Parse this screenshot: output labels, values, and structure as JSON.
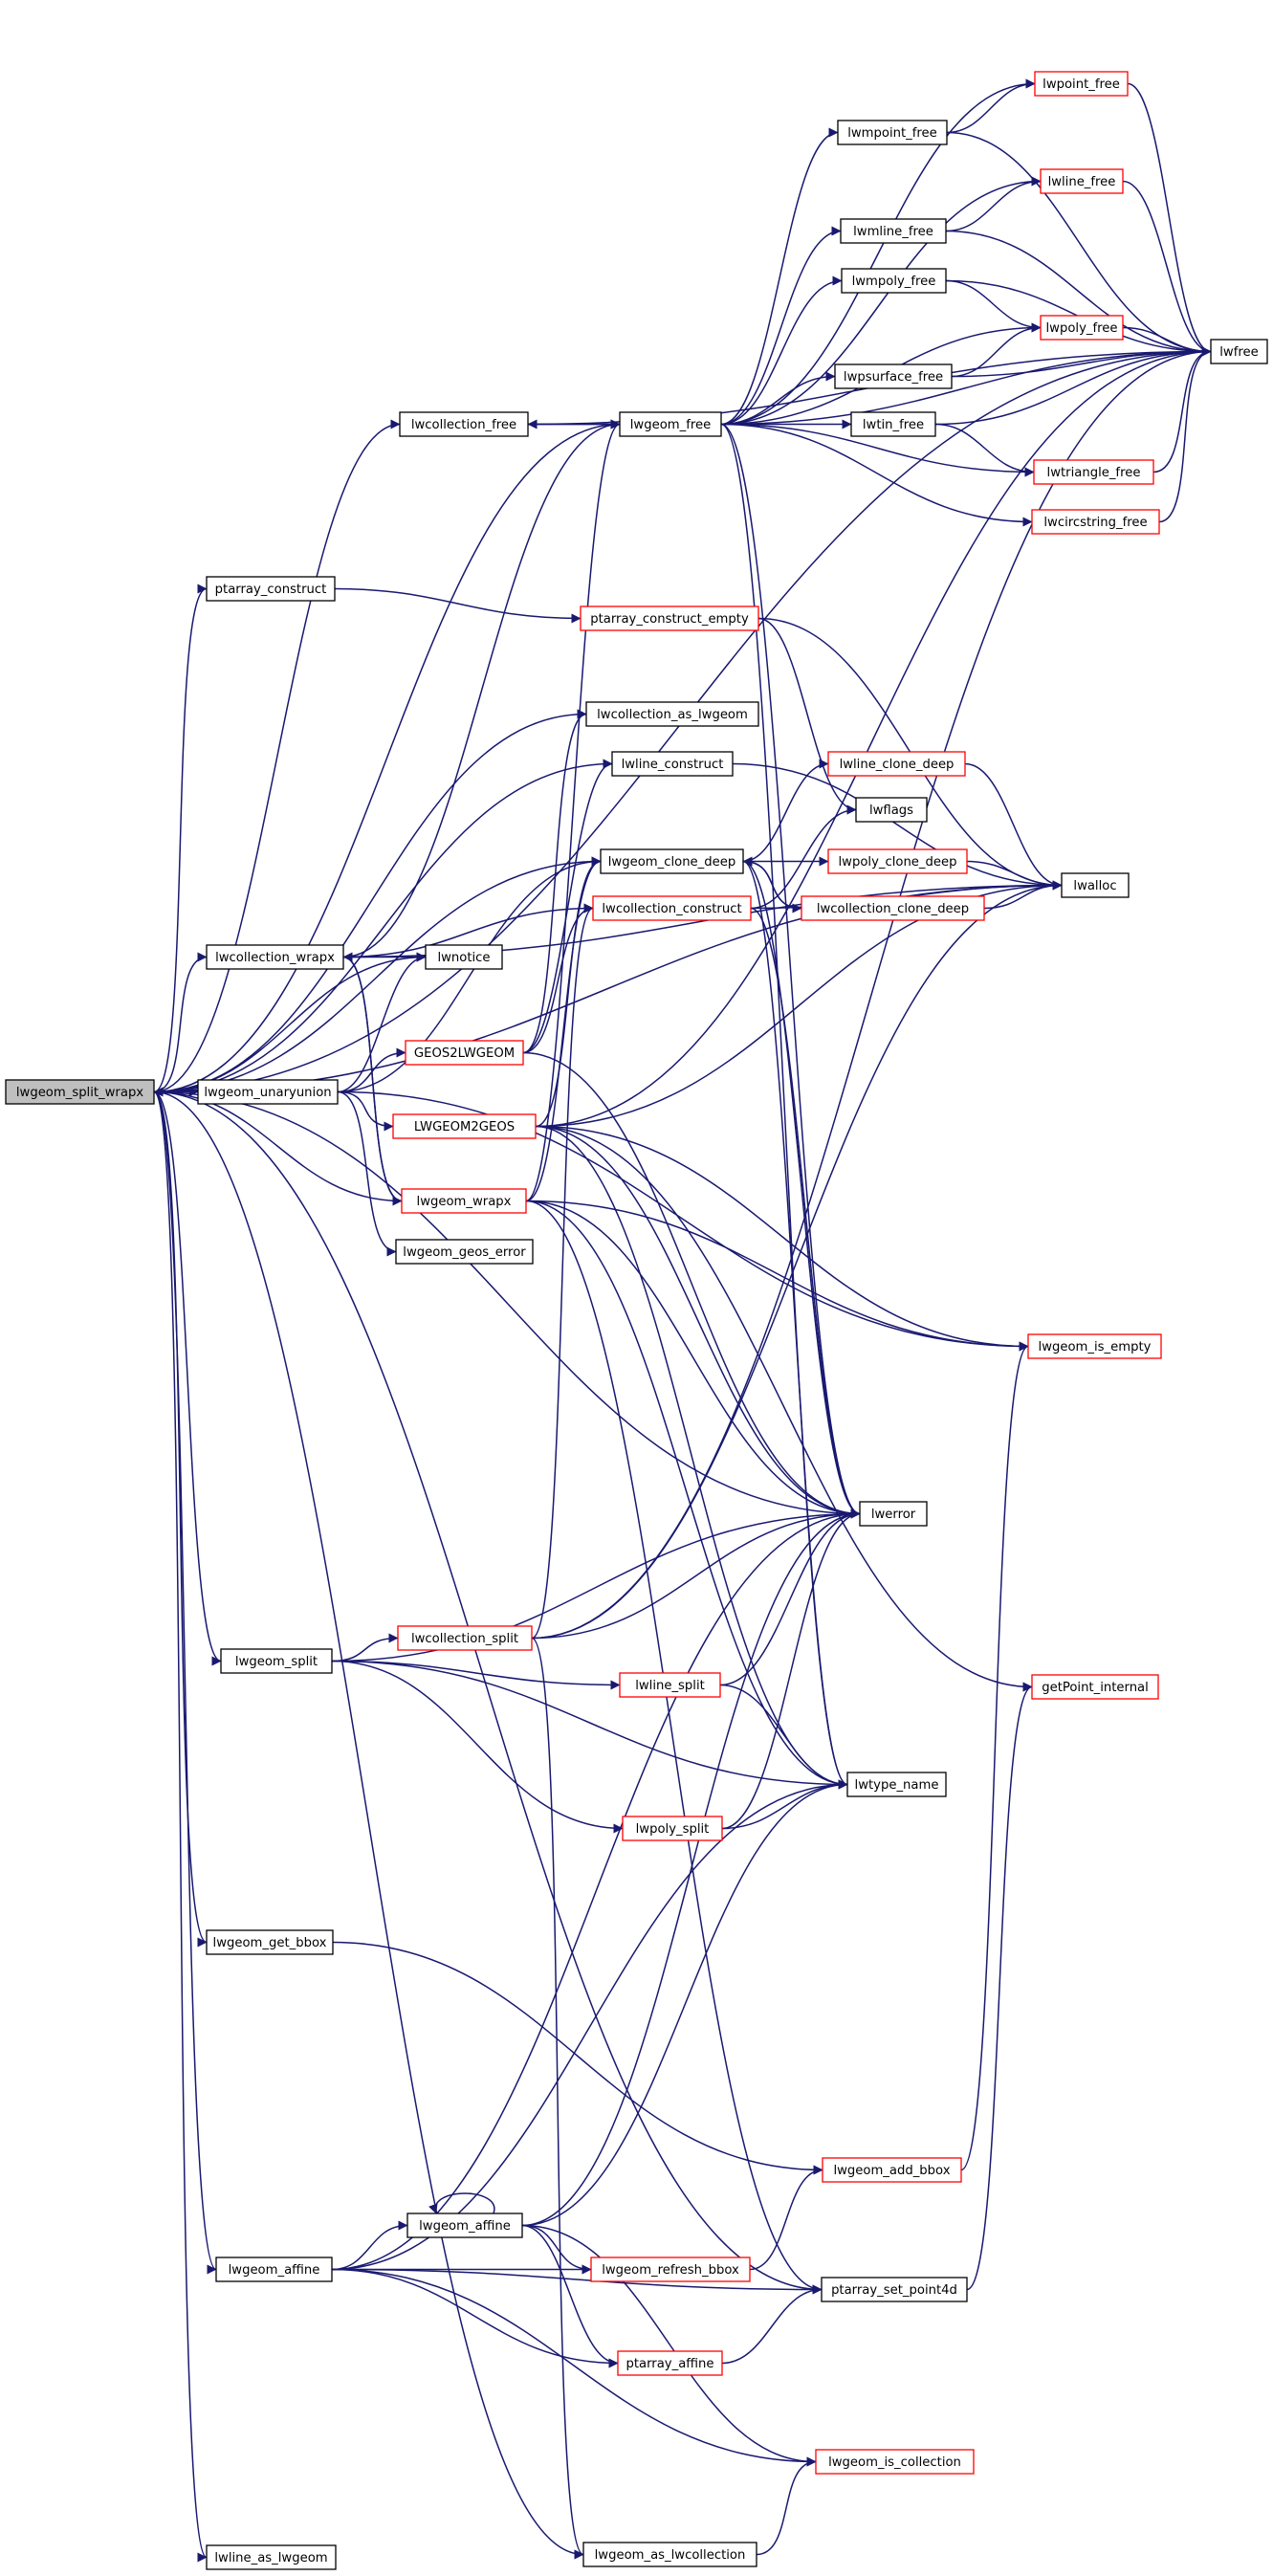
{
  "nodes": [
    {
      "id": "lwgeom_split_wrapx",
      "label": "lwgeom_split_wrapx",
      "style": "root"
    },
    {
      "id": "lwcollection_free",
      "label": "lwcollection_free",
      "style": "black"
    },
    {
      "id": "ptarray_construct",
      "label": "ptarray_construct",
      "style": "black"
    },
    {
      "id": "lwcollection_wrapx",
      "label": "lwcollection_wrapx",
      "style": "black"
    },
    {
      "id": "lwgeom_unaryunion",
      "label": "lwgeom_unaryunion",
      "style": "black"
    },
    {
      "id": "lwgeom_split",
      "label": "lwgeom_split",
      "style": "black"
    },
    {
      "id": "lwgeom_get_bbox",
      "label": "lwgeom_get_bbox",
      "style": "black"
    },
    {
      "id": "lwgeom_affine",
      "label": "lwgeom_affine",
      "style": "black"
    },
    {
      "id": "lwline_as_lwgeom",
      "label": "lwline_as_lwgeom",
      "style": "black"
    },
    {
      "id": "lwnotice",
      "label": "lwnotice",
      "style": "black"
    },
    {
      "id": "GEOS2LWGEOM",
      "label": "GEOS2LWGEOM",
      "style": "red"
    },
    {
      "id": "LWGEOM2GEOS",
      "label": "LWGEOM2GEOS",
      "style": "red"
    },
    {
      "id": "lwgeom_wrapx",
      "label": "lwgeom_wrapx",
      "style": "red"
    },
    {
      "id": "lwgeom_geos_error",
      "label": "lwgeom_geos_error",
      "style": "black"
    },
    {
      "id": "lwcollection_split",
      "label": "lwcollection_split",
      "style": "red"
    },
    {
      "id": "lwgeom_affine2",
      "label": "lwgeom_affine",
      "style": "black"
    },
    {
      "id": "lwgeom_free",
      "label": "lwgeom_free",
      "style": "black"
    },
    {
      "id": "ptarray_construct_empty",
      "label": "ptarray_construct_empty",
      "style": "red"
    },
    {
      "id": "lwcollection_as_lwgeom",
      "label": "lwcollection_as_lwgeom",
      "style": "black"
    },
    {
      "id": "lwline_construct",
      "label": "lwline_construct",
      "style": "black"
    },
    {
      "id": "lwgeom_clone_deep",
      "label": "lwgeom_clone_deep",
      "style": "black"
    },
    {
      "id": "lwcollection_construct",
      "label": "lwcollection_construct",
      "style": "red"
    },
    {
      "id": "lwline_split",
      "label": "lwline_split",
      "style": "red"
    },
    {
      "id": "lwpoly_split",
      "label": "lwpoly_split",
      "style": "red"
    },
    {
      "id": "lwgeom_refresh_bbox",
      "label": "lwgeom_refresh_bbox",
      "style": "red"
    },
    {
      "id": "ptarray_affine",
      "label": "ptarray_affine",
      "style": "red"
    },
    {
      "id": "lwgeom_as_lwcollection",
      "label": "lwgeom_as_lwcollection",
      "style": "black"
    },
    {
      "id": "lwmpoint_free",
      "label": "lwmpoint_free",
      "style": "black"
    },
    {
      "id": "lwmline_free",
      "label": "lwmline_free",
      "style": "black"
    },
    {
      "id": "lwmpoly_free",
      "label": "lwmpoly_free",
      "style": "black"
    },
    {
      "id": "lwpsurface_free",
      "label": "lwpsurface_free",
      "style": "black"
    },
    {
      "id": "lwtin_free",
      "label": "lwtin_free",
      "style": "black"
    },
    {
      "id": "lwflags",
      "label": "lwflags",
      "style": "black"
    },
    {
      "id": "lwerror",
      "label": "lwerror",
      "style": "black"
    },
    {
      "id": "lwtype_name",
      "label": "lwtype_name",
      "style": "black"
    },
    {
      "id": "lwgeom_add_bbox",
      "label": "lwgeom_add_bbox",
      "style": "red"
    },
    {
      "id": "ptarray_set_point4d",
      "label": "ptarray_set_point4d",
      "style": "black"
    },
    {
      "id": "lwgeom_is_collection",
      "label": "lwgeom_is_collection",
      "style": "red"
    },
    {
      "id": "lwpoint_free",
      "label": "lwpoint_free",
      "style": "red"
    },
    {
      "id": "lwline_free",
      "label": "lwline_free",
      "style": "red"
    },
    {
      "id": "lwpoly_free",
      "label": "lwpoly_free",
      "style": "red"
    },
    {
      "id": "lwtriangle_free",
      "label": "lwtriangle_free",
      "style": "red"
    },
    {
      "id": "lwcircstring_free",
      "label": "lwcircstring_free",
      "style": "red"
    },
    {
      "id": "lwline_clone_deep",
      "label": "lwline_clone_deep",
      "style": "red"
    },
    {
      "id": "lwpoly_clone_deep",
      "label": "lwpoly_clone_deep",
      "style": "red"
    },
    {
      "id": "lwcollection_clone_deep",
      "label": "lwcollection_clone_deep",
      "style": "red"
    },
    {
      "id": "lwgeom_is_empty",
      "label": "lwgeom_is_empty",
      "style": "red"
    },
    {
      "id": "getPoint_internal",
      "label": "getPoint_internal",
      "style": "red"
    },
    {
      "id": "lwfree",
      "label": "lwfree",
      "style": "black"
    },
    {
      "id": "lwalloc",
      "label": "lwalloc",
      "style": "black"
    }
  ],
  "edges": [
    [
      "lwgeom_split_wrapx",
      "lwcollection_free"
    ],
    [
      "lwgeom_split_wrapx",
      "ptarray_construct"
    ],
    [
      "lwgeom_split_wrapx",
      "lwcollection_wrapx"
    ],
    [
      "lwgeom_split_wrapx",
      "lwgeom_unaryunion"
    ],
    [
      "lwgeom_split_wrapx",
      "lwgeom_split"
    ],
    [
      "lwgeom_split_wrapx",
      "lwgeom_get_bbox"
    ],
    [
      "lwgeom_split_wrapx",
      "lwgeom_affine"
    ],
    [
      "lwgeom_split_wrapx",
      "lwline_as_lwgeom"
    ],
    [
      "lwgeom_split_wrapx",
      "lwgeom_free"
    ],
    [
      "lwgeom_split_wrapx",
      "lwcollection_as_lwgeom"
    ],
    [
      "lwgeom_split_wrapx",
      "lwline_construct"
    ],
    [
      "lwgeom_split_wrapx",
      "lwgeom_clone_deep"
    ],
    [
      "lwgeom_split_wrapx",
      "lwalloc"
    ],
    [
      "lwgeom_split_wrapx",
      "lwfree"
    ],
    [
      "lwgeom_split_wrapx",
      "lwerror"
    ],
    [
      "lwgeom_split_wrapx",
      "lwgeom_as_lwcollection"
    ],
    [
      "lwgeom_split_wrapx",
      "lwnotice"
    ],
    [
      "lwgeom_split_wrapx",
      "ptarray_set_point4d"
    ],
    [
      "lwgeom_wrapx",
      "lwgeom_split_wrapx"
    ],
    [
      "lwcollection_free",
      "lwgeom_free"
    ],
    [
      "lwcollection_free",
      "lwfree"
    ],
    [
      "ptarray_construct",
      "ptarray_construct_empty"
    ],
    [
      "lwcollection_wrapx",
      "lwgeom_free"
    ],
    [
      "lwcollection_wrapx",
      "lwnotice"
    ],
    [
      "lwcollection_wrapx",
      "lwcollection_construct"
    ],
    [
      "lwcollection_wrapx",
      "lwgeom_wrapx"
    ],
    [
      "lwcollection_wrapx",
      "lwalloc"
    ],
    [
      "lwgeom_wrapx",
      "lwcollection_wrapx"
    ],
    [
      "lwgeom_unaryunion",
      "GEOS2LWGEOM"
    ],
    [
      "lwgeom_unaryunion",
      "LWGEOM2GEOS"
    ],
    [
      "lwgeom_unaryunion",
      "lwgeom_geos_error"
    ],
    [
      "lwgeom_unaryunion",
      "lwgeom_is_empty"
    ],
    [
      "lwgeom_unaryunion",
      "lwgeom_clone_deep"
    ],
    [
      "lwgeom_unaryunion",
      "lwnotice"
    ],
    [
      "GEOS2LWGEOM",
      "lwcollection_as_lwgeom"
    ],
    [
      "GEOS2LWGEOM",
      "lwline_construct"
    ],
    [
      "GEOS2LWGEOM",
      "lwcollection_construct"
    ],
    [
      "GEOS2LWGEOM",
      "lwerror"
    ],
    [
      "LWGEOM2GEOS",
      "lwfree"
    ],
    [
      "LWGEOM2GEOS",
      "lwalloc"
    ],
    [
      "LWGEOM2GEOS",
      "lwerror"
    ],
    [
      "LWGEOM2GEOS",
      "lwtype_name"
    ],
    [
      "LWGEOM2GEOS",
      "lwgeom_is_empty"
    ],
    [
      "LWGEOM2GEOS",
      "getPoint_internal"
    ],
    [
      "LWGEOM2GEOS",
      "lwgeom_clone_deep"
    ],
    [
      "lwgeom_wrapx",
      "lwgeom_free"
    ],
    [
      "lwgeom_wrapx",
      "lwgeom_clone_deep"
    ],
    [
      "lwgeom_wrapx",
      "lwgeom_is_empty"
    ],
    [
      "lwgeom_wrapx",
      "lwerror"
    ],
    [
      "lwgeom_wrapx",
      "lwtype_name"
    ],
    [
      "lwgeom_wrapx",
      "ptarray_set_point4d"
    ],
    [
      "lwgeom_split",
      "lwcollection_split"
    ],
    [
      "lwgeom_split",
      "lwline_split"
    ],
    [
      "lwgeom_split",
      "lwpoly_split"
    ],
    [
      "lwgeom_split",
      "lwerror"
    ],
    [
      "lwgeom_split",
      "lwtype_name"
    ],
    [
      "lwcollection_split",
      "lwerror"
    ],
    [
      "lwcollection_split",
      "lwcollection_construct"
    ],
    [
      "lwcollection_split",
      "lwalloc"
    ],
    [
      "lwcollection_split",
      "lwfree"
    ],
    [
      "lwcollection_split",
      "lwgeom_as_lwcollection"
    ],
    [
      "lwline_split",
      "lwerror"
    ],
    [
      "lwline_split",
      "lwtype_name"
    ],
    [
      "lwpoly_split",
      "lwerror"
    ],
    [
      "lwpoly_split",
      "lwtype_name"
    ],
    [
      "lwgeom_get_bbox",
      "lwgeom_add_bbox"
    ],
    [
      "lwgeom_affine",
      "lwgeom_affine2"
    ],
    [
      "lwgeom_affine",
      "lwgeom_refresh_bbox"
    ],
    [
      "lwgeom_affine",
      "ptarray_affine"
    ],
    [
      "lwgeom_affine",
      "lwgeom_is_collection"
    ],
    [
      "lwgeom_affine",
      "lwerror"
    ],
    [
      "lwgeom_affine",
      "lwtype_name"
    ],
    [
      "lwgeom_affine",
      "ptarray_set_point4d"
    ],
    [
      "lwgeom_affine2",
      "lwgeom_affine2"
    ],
    [
      "lwgeom_affine2",
      "lwerror"
    ],
    [
      "lwgeom_affine2",
      "lwgeom_refresh_bbox"
    ],
    [
      "lwgeom_affine2",
      "ptarray_affine"
    ],
    [
      "lwgeom_affine2",
      "lwgeom_is_collection"
    ],
    [
      "lwgeom_affine2",
      "lwtype_name"
    ],
    [
      "lwgeom_refresh_bbox",
      "lwgeom_add_bbox"
    ],
    [
      "ptarray_affine",
      "ptarray_set_point4d"
    ],
    [
      "lwgeom_as_lwcollection",
      "lwgeom_is_collection"
    ],
    [
      "lwgeom_free",
      "lwcollection_free"
    ],
    [
      "lwgeom_free",
      "lwmpoint_free"
    ],
    [
      "lwgeom_free",
      "lwpoint_free"
    ],
    [
      "lwgeom_free",
      "lwmline_free"
    ],
    [
      "lwgeom_free",
      "lwline_free"
    ],
    [
      "lwgeom_free",
      "lwmpoly_free"
    ],
    [
      "lwgeom_free",
      "lwpoly_free"
    ],
    [
      "lwgeom_free",
      "lwpsurface_free"
    ],
    [
      "lwgeom_free",
      "lwtin_free"
    ],
    [
      "lwgeom_free",
      "lwtriangle_free"
    ],
    [
      "lwgeom_free",
      "lwcircstring_free"
    ],
    [
      "lwgeom_free",
      "lwfree"
    ],
    [
      "lwgeom_free",
      "lwerror"
    ],
    [
      "lwgeom_free",
      "lwtype_name"
    ],
    [
      "lwmpoint_free",
      "lwpoint_free"
    ],
    [
      "lwmpoint_free",
      "lwfree"
    ],
    [
      "lwmline_free",
      "lwline_free"
    ],
    [
      "lwmline_free",
      "lwfree"
    ],
    [
      "lwmpoly_free",
      "lwpoly_free"
    ],
    [
      "lwmpoly_free",
      "lwfree"
    ],
    [
      "lwpsurface_free",
      "lwpoly_free"
    ],
    [
      "lwpsurface_free",
      "lwfree"
    ],
    [
      "lwtin_free",
      "lwtriangle_free"
    ],
    [
      "lwtin_free",
      "lwfree"
    ],
    [
      "lwpoint_free",
      "lwfree"
    ],
    [
      "lwline_free",
      "lwfree"
    ],
    [
      "lwpoly_free",
      "lwfree"
    ],
    [
      "lwtriangle_free",
      "lwfree"
    ],
    [
      "lwcircstring_free",
      "lwfree"
    ],
    [
      "ptarray_construct_empty",
      "lwalloc"
    ],
    [
      "ptarray_construct_empty",
      "lwflags"
    ],
    [
      "lwline_construct",
      "lwalloc"
    ],
    [
      "lwgeom_clone_deep",
      "lwline_clone_deep"
    ],
    [
      "lwgeom_clone_deep",
      "lwpoly_clone_deep"
    ],
    [
      "lwgeom_clone_deep",
      "lwcollection_clone_deep"
    ],
    [
      "lwgeom_clone_deep",
      "lwerror"
    ],
    [
      "lwgeom_clone_deep",
      "lwtype_name"
    ],
    [
      "lwcollection_clone_deep",
      "lwgeom_clone_deep"
    ],
    [
      "lwcollection_clone_deep",
      "lwalloc"
    ],
    [
      "lwline_clone_deep",
      "lwalloc"
    ],
    [
      "lwpoly_clone_deep",
      "lwalloc"
    ],
    [
      "lwcollection_construct",
      "lwalloc"
    ],
    [
      "lwcollection_construct",
      "lwflags"
    ],
    [
      "lwcollection_construct",
      "lwerror"
    ],
    [
      "lwgeom_add_bbox",
      "lwgeom_is_empty"
    ],
    [
      "ptarray_set_point4d",
      "getPoint_internal"
    ]
  ],
  "colors": {
    "edge": "#191970",
    "root_fill": "#bfbfbf",
    "node_fill": "#ffffff",
    "black_border": "#000000",
    "red_border": "#ff0000",
    "text": "#000000"
  }
}
